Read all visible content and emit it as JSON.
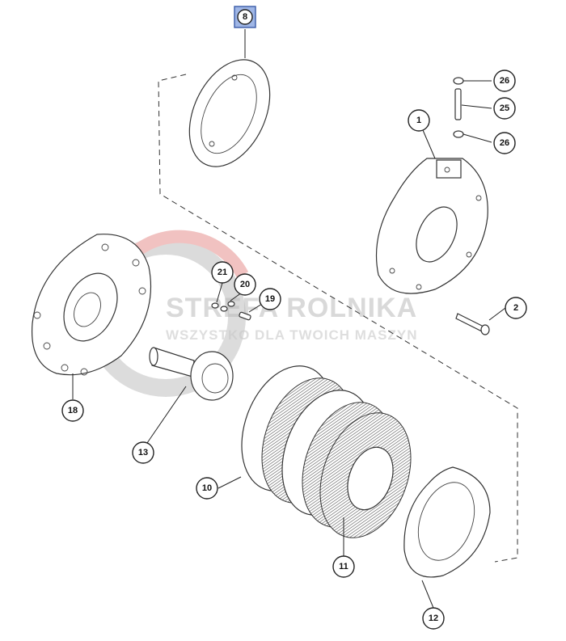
{
  "watermark": {
    "title": "STREFA ROLNIKA",
    "subtitle": "WSZYSTKO DLA TWOICH MASZYN",
    "accent_color": "#d9534f"
  },
  "highlight_color": "#9fb6e6",
  "callouts": [
    {
      "id": "c8",
      "label": "8",
      "highlighted": true
    },
    {
      "id": "c26a",
      "label": "26"
    },
    {
      "id": "c25",
      "label": "25"
    },
    {
      "id": "c26b",
      "label": "26"
    },
    {
      "id": "c1",
      "label": "1"
    },
    {
      "id": "c21",
      "label": "21"
    },
    {
      "id": "c20",
      "label": "20"
    },
    {
      "id": "c19",
      "label": "19"
    },
    {
      "id": "c2",
      "label": "2"
    },
    {
      "id": "c18",
      "label": "18"
    },
    {
      "id": "c13",
      "label": "13"
    },
    {
      "id": "c10",
      "label": "10"
    },
    {
      "id": "c11",
      "label": "11"
    },
    {
      "id": "c12",
      "label": "12"
    }
  ]
}
